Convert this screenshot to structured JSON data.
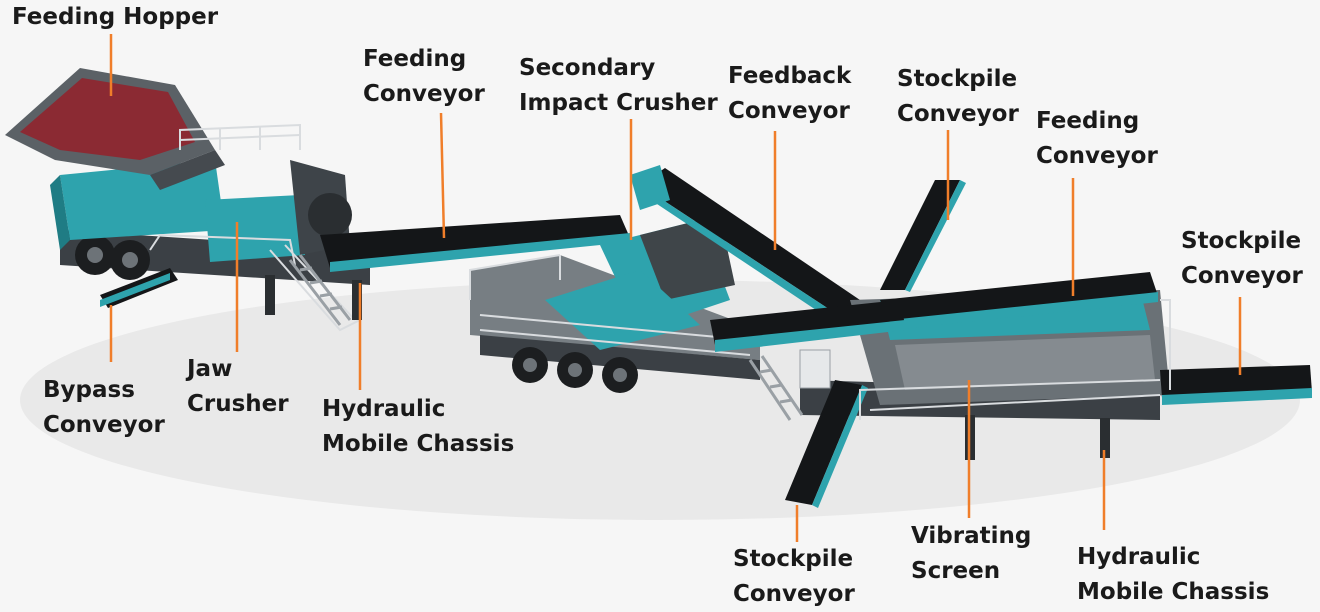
{
  "colors": {
    "leader": "#f07e2a",
    "teal": "#2ea3ad",
    "steel": "#5a6166",
    "dark": "#202326",
    "belt": "#141618",
    "hopper": "#8b2a33",
    "rail": "#d9dcdf"
  },
  "labels": [
    {
      "key": "feeding-hopper",
      "lines": [
        "Feeding Hopper"
      ]
    },
    {
      "key": "feeding-conveyor-1",
      "lines": [
        "Feeding",
        "Conveyor"
      ]
    },
    {
      "key": "secondary-impact-crusher",
      "lines": [
        "Secondary",
        "Impact Crusher"
      ]
    },
    {
      "key": "feedback-conveyor",
      "lines": [
        "Feedback",
        "Conveyor"
      ]
    },
    {
      "key": "stockpile-conveyor-top",
      "lines": [
        "Stockpile",
        "Conveyor"
      ]
    },
    {
      "key": "feeding-conveyor-2",
      "lines": [
        "Feeding",
        "Conveyor"
      ]
    },
    {
      "key": "stockpile-conveyor-right",
      "lines": [
        "Stockpile",
        "Conveyor"
      ]
    },
    {
      "key": "bypass-conveyor",
      "lines": [
        "Bypass",
        "Conveyor"
      ]
    },
    {
      "key": "jaw-crusher",
      "lines": [
        "Jaw",
        "Crusher"
      ]
    },
    {
      "key": "hydraulic-mobile-chassis-1",
      "lines": [
        "Hydraulic",
        "Mobile Chassis"
      ]
    },
    {
      "key": "stockpile-conveyor-bottom",
      "lines": [
        "Stockpile",
        "Conveyor"
      ]
    },
    {
      "key": "vibrating-screen",
      "lines": [
        "Vibrating",
        "Screen"
      ]
    },
    {
      "key": "hydraulic-mobile-chassis-2",
      "lines": [
        "Hydraulic",
        "Mobile Chassis"
      ]
    }
  ]
}
